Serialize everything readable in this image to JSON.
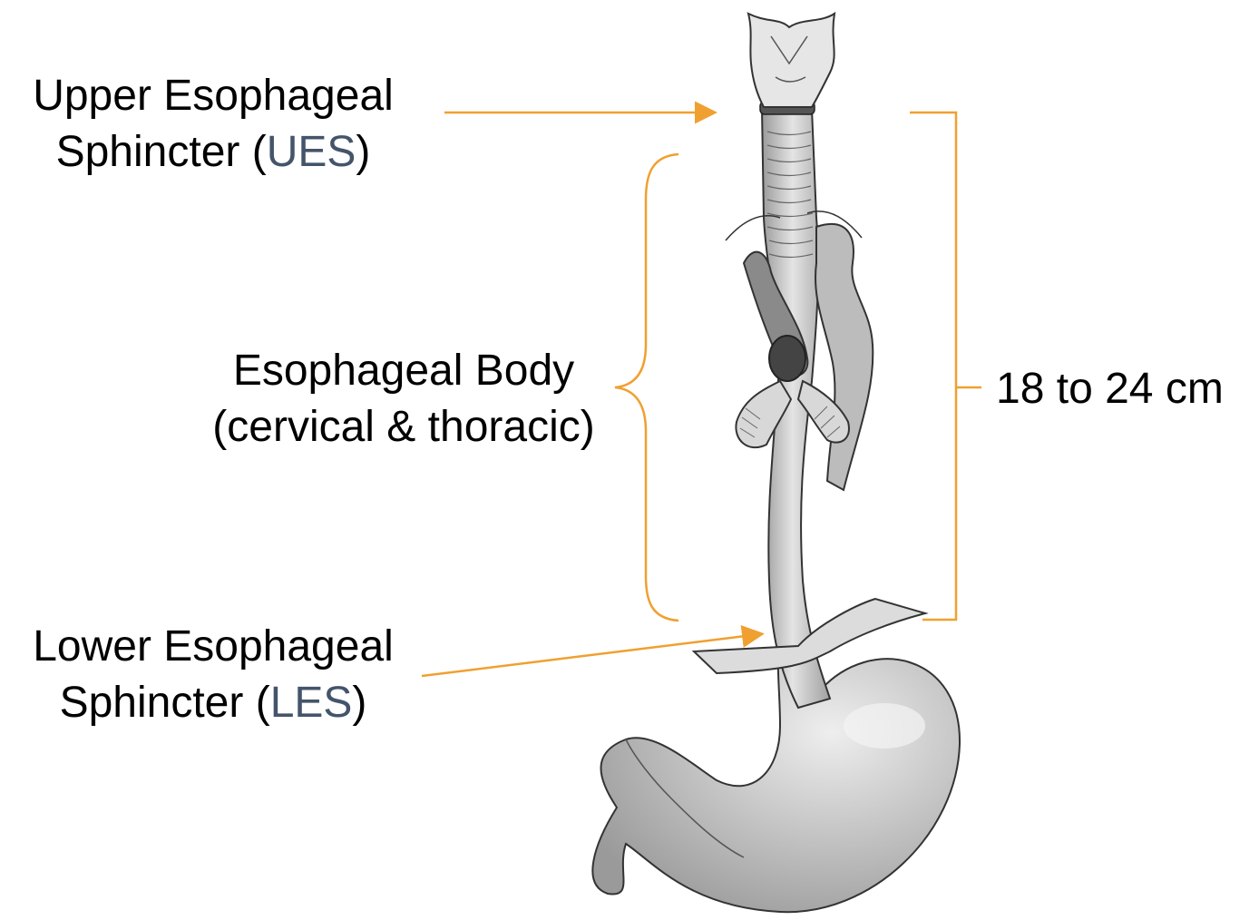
{
  "labels": {
    "ues": {
      "line1": "Upper Esophageal",
      "line2_prefix": "Sphincter (",
      "abbr": "UES",
      "line2_suffix": ")"
    },
    "body": {
      "line1": "Esophageal Body",
      "line2": "(cervical & thoracic)"
    },
    "les": {
      "line1": "Lower Esophageal",
      "line2_prefix": "Sphincter (",
      "abbr": "LES",
      "line2_suffix": ")"
    },
    "length": "18 to 24 cm"
  },
  "colors": {
    "annotation": "#f0a030",
    "abbreviation": "#44546a",
    "organ_fill": "#c8c8c8",
    "organ_stroke": "#333333"
  }
}
